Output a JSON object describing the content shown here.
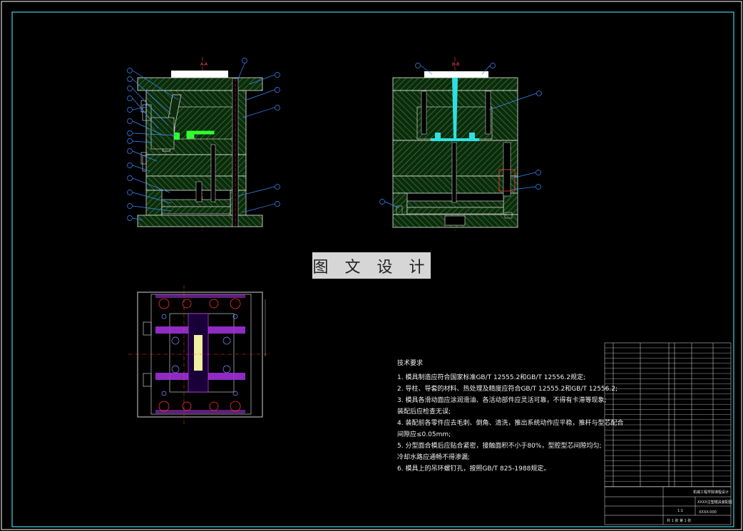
{
  "drawing": {
    "section_a_label": "A-A",
    "section_b_label": "B-B",
    "watermark": "图 文 设 计"
  },
  "technical_requirements": {
    "title": "技术要求",
    "items": [
      "1. 模具制造应符合国家标准GB/T 12555.2和GB/T 12556.2规定;",
      "2. 导柱、导套的材料、热处理及精度应符合GB/T 12555.2和GB/T 12556.2;",
      "3. 模具各滑动面应涂润滑油、各活动部件应灵活可靠，不得有卡滞等现象;",
      "   装配后应检查无误;",
      "4. 装配前各零件应去毛刺、倒角、清洗，推出系统动作应平稳，推杆与型芯配合",
      "   间隙应≤0.05mm;",
      "5. 分型面合模后应贴合紧密，接触面积不小于80%，型腔型芯间隙均匀;",
      "   冷却水路应通畅不得渗漏;",
      "6. 模具上的吊环螺钉孔，按照GB/T 825-1988规定。"
    ]
  },
  "title_block": {
    "designation": "XXXX-000",
    "drawing_name": "XXXX注塑模具装配图",
    "company": "机械工程学院课程设计",
    "scale": "1:1",
    "sheet": "共 1 张  第 1 张"
  }
}
